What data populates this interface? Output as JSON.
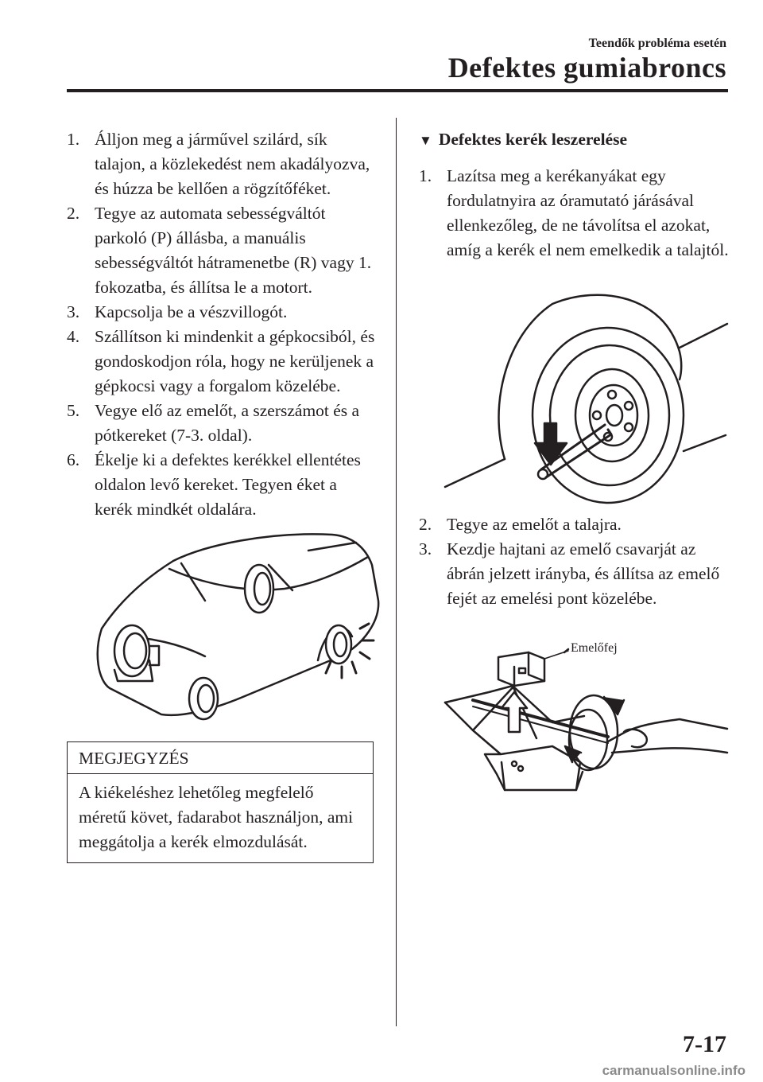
{
  "header": {
    "section": "Teendők probléma esetén",
    "title": "Defektes gumiabroncs"
  },
  "left_steps": [
    {
      "num": "1.",
      "text": "Álljon meg a járművel szilárd, sík talajon, a közlekedést nem akadályozva, és húzza be kellően a rögzítőféket."
    },
    {
      "num": "2.",
      "text": "Tegye az automata sebességváltót parkoló (P) állásba, a manuális sebességváltót hátramenetbe (R) vagy 1. fokozatba, és állítsa le a motort."
    },
    {
      "num": "3.",
      "text": "Kapcsolja be a vészvillogót."
    },
    {
      "num": "4.",
      "text": "Szállítson ki mindenkit a gépkocsiból, és gondoskodjon róla, hogy ne kerüljenek a gépkocsi vagy a forgalom közelébe."
    },
    {
      "num": "5.",
      "text": "Vegye elő az emelőt, a szerszámot és a pótkereket (7-3. oldal)."
    },
    {
      "num": "6.",
      "text": "Ékelje ki a defektes kerékkel ellentétes oldalon levő kereket. Tegyen éket a kerék mindkét oldalára."
    }
  ],
  "note": {
    "heading": "MEGJEGYZÉS",
    "text": "A kiékeléshez lehetőleg megfelelő méretű követ, fadarabot használjon, ami meggátolja a kerék elmozdulását."
  },
  "right_section": {
    "marker": "▼",
    "heading": "Defektes kerék leszerelése"
  },
  "right_steps_a": [
    {
      "num": "1.",
      "text": "Lazítsa meg a kerékanyákat egy fordulatnyira az óramutató járásával ellenkezőleg, de ne távolítsa el azokat, amíg a kerék el nem emelkedik a talajtól."
    }
  ],
  "right_steps_b": [
    {
      "num": "2.",
      "text": "Tegye az emelőt a talajra."
    },
    {
      "num": "3.",
      "text": "Kezdje hajtani az emelő csavarját az ábrán jelzett irányba, és állítsa az emelő fejét az emelési pont közelébe."
    }
  ],
  "jack_callout": "Emelőfej",
  "page_number": "7-17",
  "watermark": "carmanualsonline.info"
}
